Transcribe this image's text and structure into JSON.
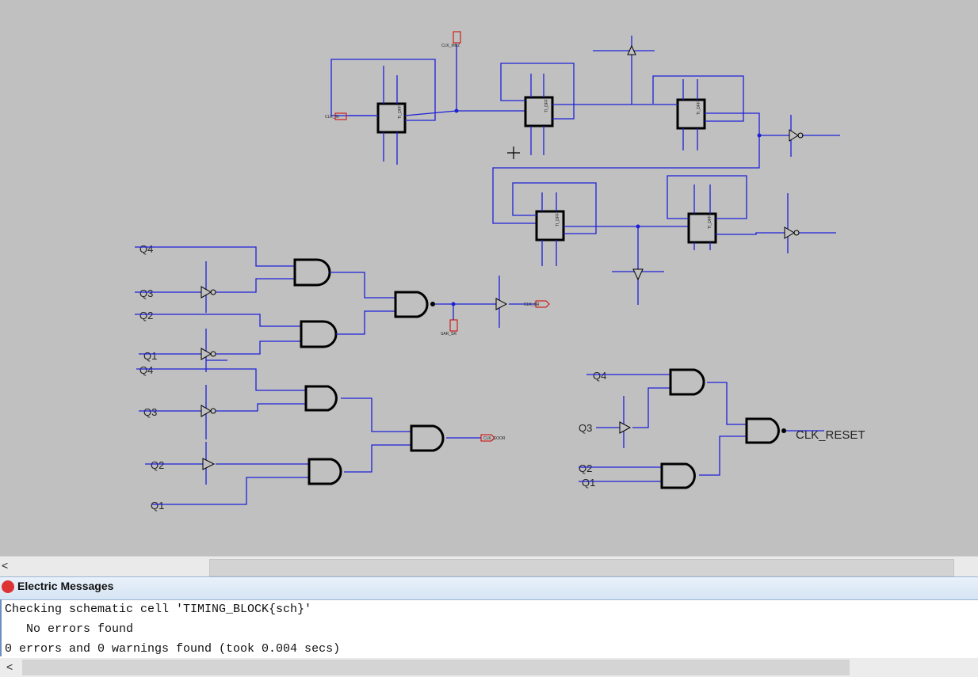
{
  "schematic": {
    "labels": {
      "q4_a": "Q4",
      "q3_a": "Q3",
      "q2_a": "Q2",
      "q1_a": "Q1",
      "q4_b": "Q4",
      "q3_b": "Q3",
      "q2_b": "Q2",
      "q1_b": "Q1",
      "q4_c": "Q4",
      "q3_c": "Q3",
      "q2_c": "Q2",
      "q1_c": "Q1",
      "clk_reset": "CLK_RESET",
      "clk_in": "CLK_IN",
      "clk_mhz": "CLK_MHZ",
      "clk_sr": "CLK_SR",
      "sar_sr": "SAR_SR",
      "clk_coor": "CLK_COOR",
      "tff": "TI_DFF"
    }
  },
  "scrollbar": {
    "left_arrow": "<"
  },
  "messages": {
    "title": "Electric Messages",
    "lines": [
      "Checking schematic cell 'TIMING_BLOCK{sch}'",
      "   No errors found",
      "0 errors and 0 warnings found (took 0.004 secs)"
    ],
    "scroll_left": "<"
  },
  "colors": {
    "wire": "#1d20d8",
    "canvas": "#c0c0c0",
    "pin": "#d00000"
  }
}
